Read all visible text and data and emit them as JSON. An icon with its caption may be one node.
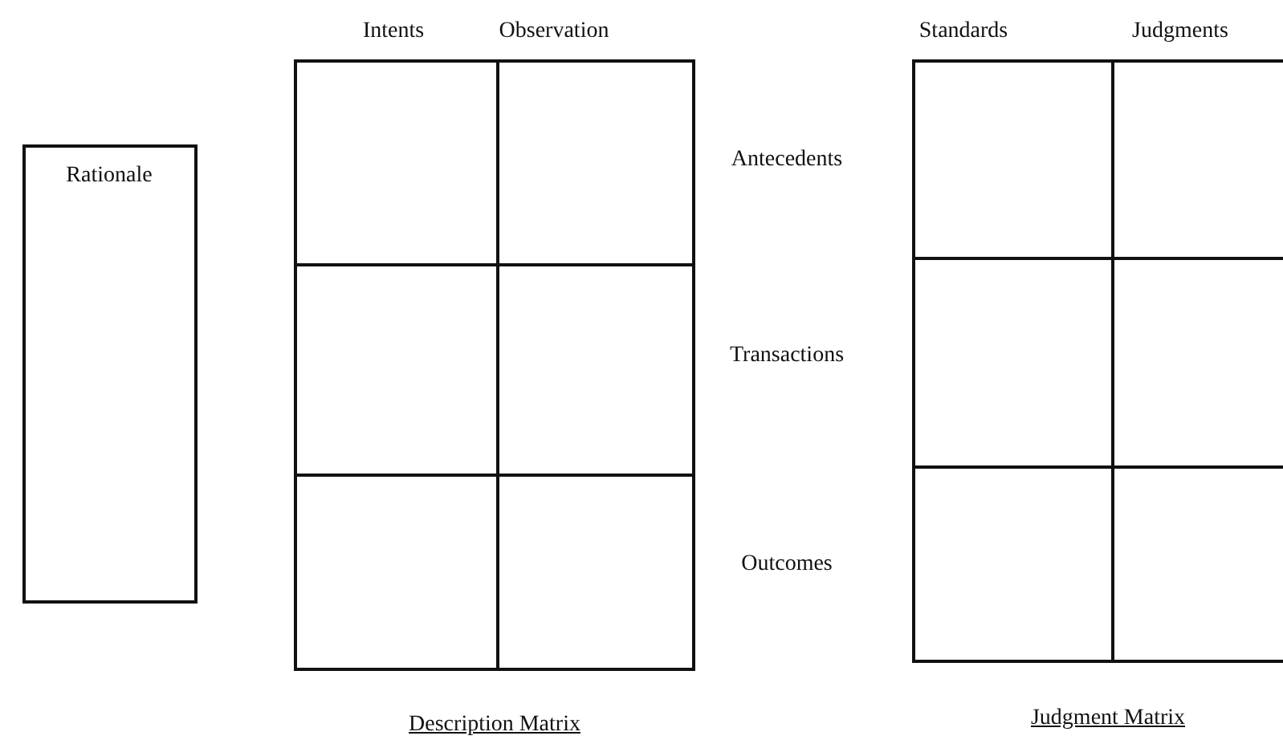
{
  "diagram": {
    "nodes": [
      {
        "text": [
          "Rationale"
        ]
      },
      {
        "text": [
          "Intents",
          "Observation",
          "Description Matrix"
        ]
      },
      {
        "text": [
          "Standards",
          "Judgments",
          "Judgment Matrix"
        ]
      }
    ],
    "labels": [
      "Antecedents",
      "Transactions",
      "Outcomes"
    ]
  }
}
